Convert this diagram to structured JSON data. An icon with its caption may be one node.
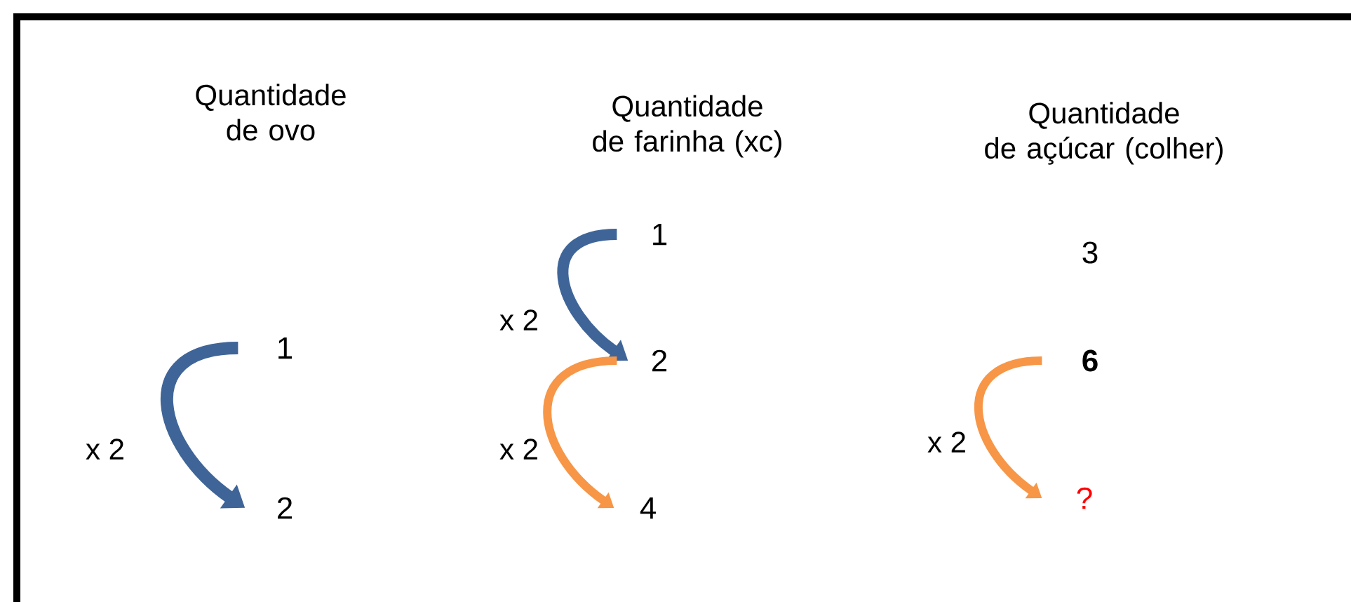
{
  "diagram": {
    "nodes": [
      {
        "text": [
          "1"
        ]
      },
      {
        "text": [
          "2"
        ]
      },
      {
        "text": [
          "1"
        ]
      },
      {
        "text": [
          "2"
        ]
      },
      {
        "text": [
          "4"
        ]
      },
      {
        "text": [
          "3"
        ]
      },
      {
        "text": [
          "6"
        ]
      },
      {
        "text": [
          "?"
        ]
      }
    ],
    "edges": [
      {
        "from": 0,
        "to": 1,
        "arrow": "to",
        "label": "x 2",
        "color": "#3f6598"
      },
      {
        "from": 2,
        "to": 3,
        "arrow": "to",
        "label": "x 2",
        "color": "#3f6598"
      },
      {
        "from": 3,
        "to": 4,
        "arrow": "to",
        "label": "x 2",
        "color": "#f79646"
      },
      {
        "from": 6,
        "to": 7,
        "arrow": "to",
        "label": "x 2",
        "color": "#f79646"
      }
    ],
    "labels": [
      "Quantidade de ovo",
      "Quantidade de farinha (xc)",
      "Quantidade de açúcar (colher)"
    ]
  }
}
